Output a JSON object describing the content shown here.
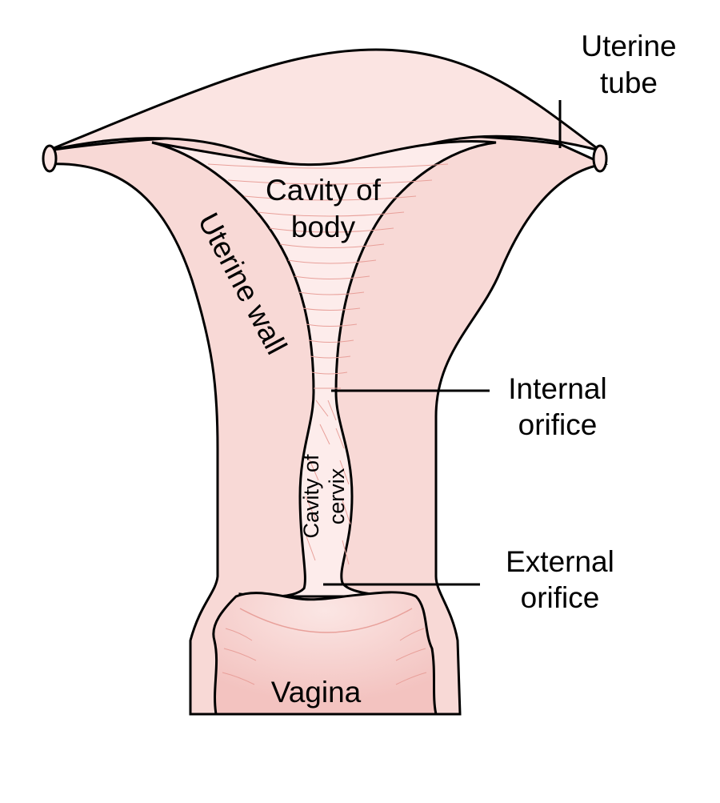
{
  "labels": {
    "uterine_tube": [
      "Uterine",
      "tube"
    ],
    "cavity_of_body": [
      "Cavity of",
      "body"
    ],
    "uterine_wall": "Uterine wall",
    "internal_orifice": [
      "Internal",
      "orifice"
    ],
    "cavity_of_cervix": [
      "Cavity of",
      "cervix"
    ],
    "external_orifice": [
      "External",
      "orifice"
    ],
    "vagina": "Vagina"
  },
  "colors": {
    "tissue": "#f8d9d6",
    "tube": "#fbe4e2",
    "cavity": "#fdeceb",
    "vagina": "#f3c3c0",
    "vagina_light": "#fbe6e4",
    "striation": "#e8a09a",
    "outline": "#000000"
  }
}
